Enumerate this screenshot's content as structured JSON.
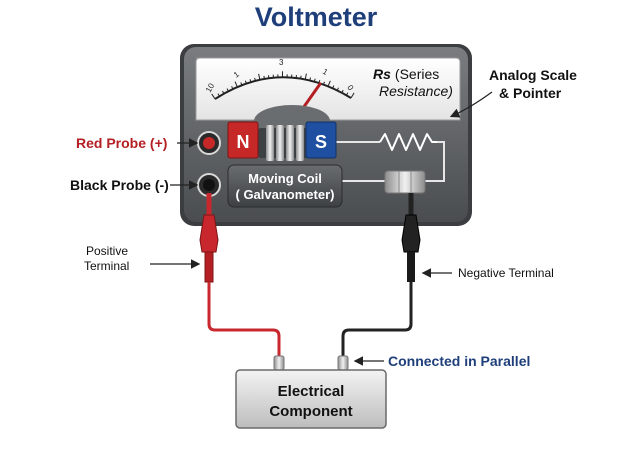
{
  "title": "Voltmeter",
  "meter": {
    "scale_ticks": [
      "10",
      "1",
      "3",
      "1",
      "0"
    ],
    "rs_symbol": "Rs",
    "rs_line1": "(Series",
    "rs_line2": "Resistance)",
    "magnet_n": "N",
    "magnet_s": "S",
    "coil_line1": "Moving Coil",
    "coil_line2": "( Galvanometer)"
  },
  "labels": {
    "red_probe": "Red Probe (+)",
    "black_probe": "Black Probe (-)",
    "analog_line1": "Analog Scale",
    "analog_line2": "& Pointer",
    "positive_line1": "Positive",
    "positive_line2": "Terminal",
    "negative_terminal": "Negative Terminal",
    "connected_parallel": "Connected in Parallel"
  },
  "component": {
    "line1": "Electrical",
    "line2": "Component"
  },
  "colors": {
    "title": "#1f3f7a",
    "red_probe": "#b41f24",
    "red_wire": "#c8282d",
    "parallel": "#1f3f7a",
    "magnet_n": "#c62828",
    "magnet_s": "#1e4fa0",
    "meter_body": "#5a5d60"
  }
}
